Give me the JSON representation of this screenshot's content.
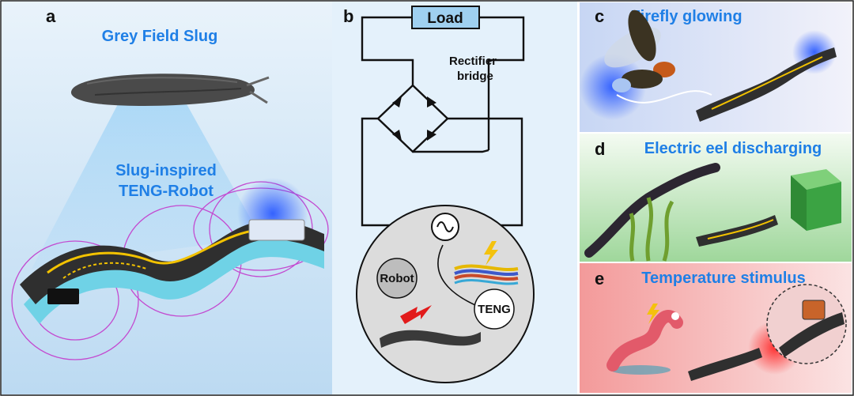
{
  "panels": {
    "a": {
      "letter": "a",
      "title": "Grey Field Slug",
      "robot_label_line1": "Slug-inspired",
      "robot_label_line2": "TENG-Robot"
    },
    "b": {
      "letter": "b",
      "load_label": "Load",
      "rectifier_line1": "Rectifier",
      "rectifier_line2": "bridge",
      "robot_label": "Robot",
      "teng_label": "TENG"
    },
    "c": {
      "letter": "c",
      "title": "Firefly glowing"
    },
    "d": {
      "letter": "d",
      "title": "Electric eel discharging"
    },
    "e": {
      "letter": "e",
      "title": "Temperature stimulus"
    }
  },
  "colors": {
    "title_blue": "#1f7fe6",
    "panel_a_bg": "#d6e9f8",
    "panel_b_bg": "#e4f1fb",
    "panel_c_bg": "#e9e9f6",
    "panel_d_bg": "#dff1dc",
    "panel_e_bg": "#f7dada",
    "load_box": "#9fd0f0",
    "robot_body": "#2f2f2f",
    "electrode": "#f2c200"
  }
}
